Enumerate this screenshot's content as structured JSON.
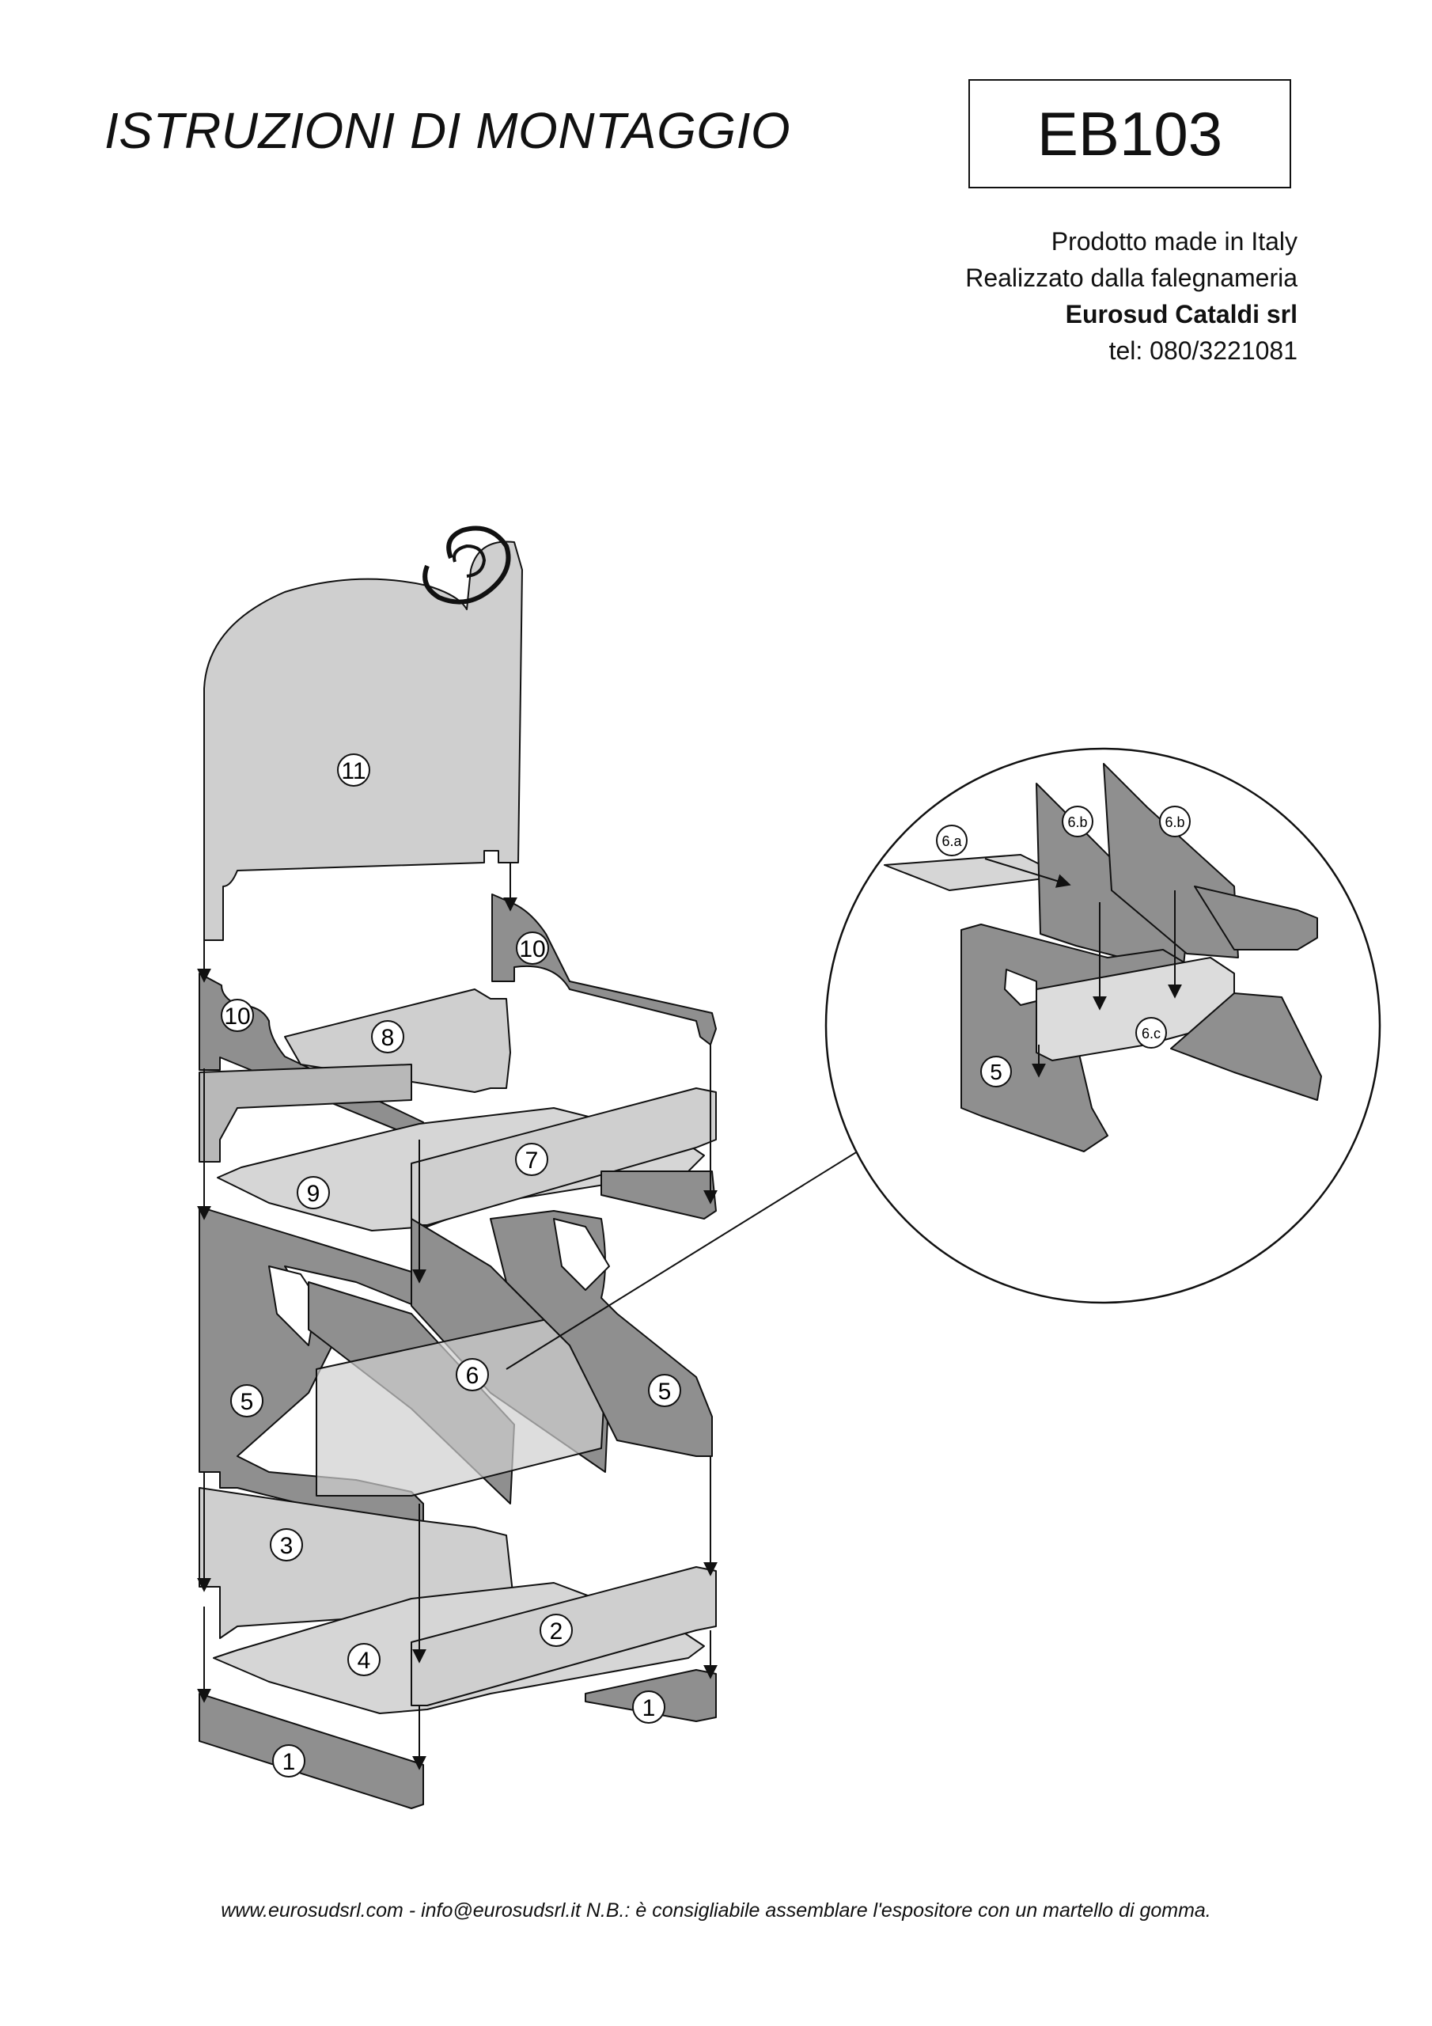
{
  "header": {
    "title": "ISTRUZIONI DI MONTAGGIO",
    "model_code": "EB103"
  },
  "company_info": {
    "line1": "Prodotto made in Italy",
    "line2": "Realizzato dalla falegnameria",
    "company_name": "Eurosud Cataldi srl",
    "phone": "tel: 080/3221081"
  },
  "part_labels": {
    "p1": "1",
    "p2": "2",
    "p3": "3",
    "p4": "4",
    "p5": "5",
    "p6": "6",
    "p7": "7",
    "p8": "8",
    "p9": "9",
    "p10": "10",
    "p11": "11"
  },
  "detail_labels": {
    "p6a": "6.a",
    "p6b": "6.b",
    "p6c": "6.c",
    "p5": "5"
  },
  "footer": {
    "text": "www.eurosudsrl.com - info@eurosudsrl.it  N.B.: è consigliabile assemblare l'espositore con un martello di gomma."
  },
  "colors": {
    "dark_panel": "#8f8f8f",
    "mid_panel": "#b4b4b4",
    "light_panel": "#d6d6d6",
    "outline": "#111111"
  }
}
